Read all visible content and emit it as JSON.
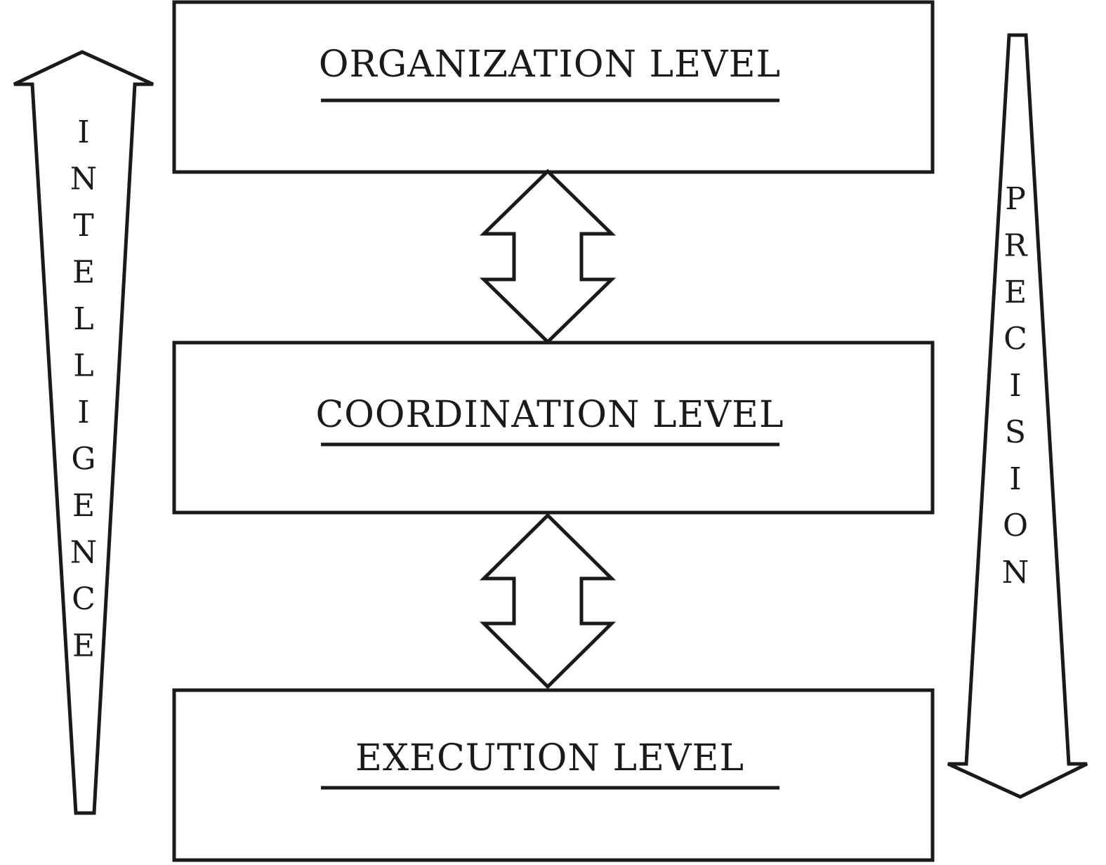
{
  "levels": [
    {
      "id": "organization",
      "label": "ORGANIZATION LEVEL"
    },
    {
      "id": "coordination",
      "label": "COORDINATION LEVEL"
    },
    {
      "id": "execution",
      "label": "EXECUTION LEVEL"
    }
  ],
  "left_arrow": {
    "word": "INTELLIGENCE",
    "direction": "up"
  },
  "right_arrow": {
    "word": "PRECISION",
    "direction": "down"
  },
  "connectors": [
    {
      "from": "organization",
      "to": "coordination",
      "type": "bidirectional"
    },
    {
      "from": "coordination",
      "to": "execution",
      "type": "bidirectional"
    }
  ],
  "colors": {
    "stroke": "#1a1a1a",
    "fill": "#ffffff"
  }
}
